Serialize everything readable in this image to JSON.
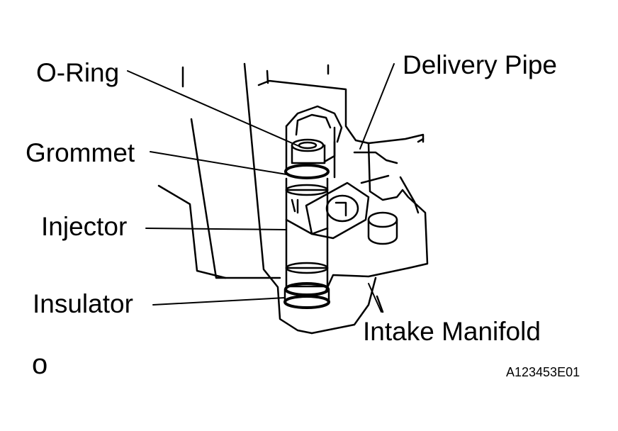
{
  "labels": {
    "o_ring": "O-Ring",
    "grommet": "Grommet",
    "injector": "Injector",
    "insulator": "Insulator",
    "delivery_pipe": "Delivery Pipe",
    "intake_manifold": "Intake Manifold"
  },
  "symbol": "o",
  "figure_code": "A123453E01",
  "colors": {
    "line": "#000000",
    "background": "#ffffff"
  }
}
